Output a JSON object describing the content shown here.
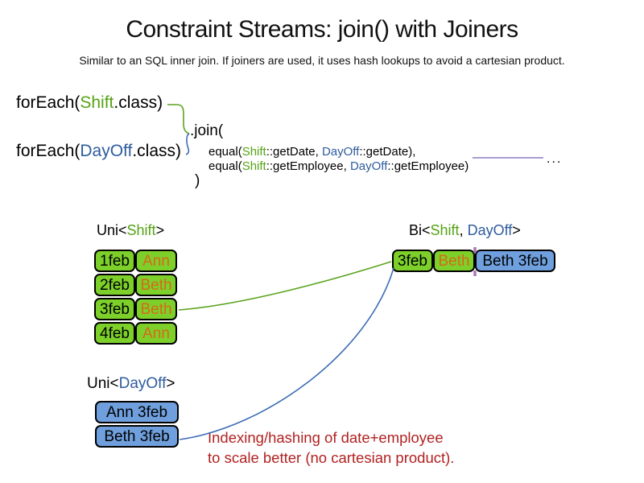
{
  "title": "Constraint Streams: join() with Joiners",
  "subtitle": "Similar to an SQL inner join. If joiners are used, it uses hash lookups to avoid a cartesian product.",
  "colors": {
    "green_text": "#55a314",
    "blue_text": "#2e5c9e",
    "orange_text": "#d6691a",
    "green_fill": "#7dd02a",
    "blue_fill": "#6f9fdc",
    "red_text": "#b22222",
    "line_green": "#5aa31e",
    "line_blue": "#3e6db6",
    "purple": "#8e7cc3",
    "purple_junction": "#a879b8"
  },
  "code": {
    "foreach_shift": {
      "pre": "forEach(",
      "class_name": "Shift",
      "post": ".class)"
    },
    "foreach_dayoff": {
      "pre": "forEach(",
      "class_name": "DayOff",
      "post": ".class)"
    },
    "join_open": ".join(",
    "equal_date": {
      "pre": "equal(",
      "shift": "Shift",
      "mid": "::getDate, ",
      "dayoff": "DayOff",
      "post": "::getDate),"
    },
    "equal_employee": {
      "pre": "equal(",
      "shift": "Shift",
      "mid": "::getEmployee, ",
      "dayoff": "DayOff",
      "post": "::getEmployee)"
    },
    "join_close": ")",
    "ellipsis": "..."
  },
  "uni_shift": {
    "label": {
      "pre": "Uni<",
      "type": "Shift",
      "post": ">"
    },
    "rows": [
      {
        "date": "1feb",
        "name": "Ann"
      },
      {
        "date": "2feb",
        "name": "Beth"
      },
      {
        "date": "3feb",
        "name": "Beth"
      },
      {
        "date": "4feb",
        "name": "Ann"
      }
    ]
  },
  "uni_dayoff": {
    "label": {
      "pre": "Uni<",
      "type": "DayOff",
      "post": ">"
    },
    "rows": [
      {
        "text": "Ann 3feb"
      },
      {
        "text": "Beth 3feb"
      }
    ]
  },
  "bi": {
    "label": {
      "pre": "Bi<",
      "type1": "Shift",
      "sep": ", ",
      "type2": "DayOff",
      "post": ">"
    },
    "row": {
      "date": "3feb",
      "name": "Beth",
      "dayoff": "Beth 3feb"
    }
  },
  "note": {
    "line1": "Indexing/hashing of date+employee",
    "line2": "to scale better (no cartesian product)."
  }
}
